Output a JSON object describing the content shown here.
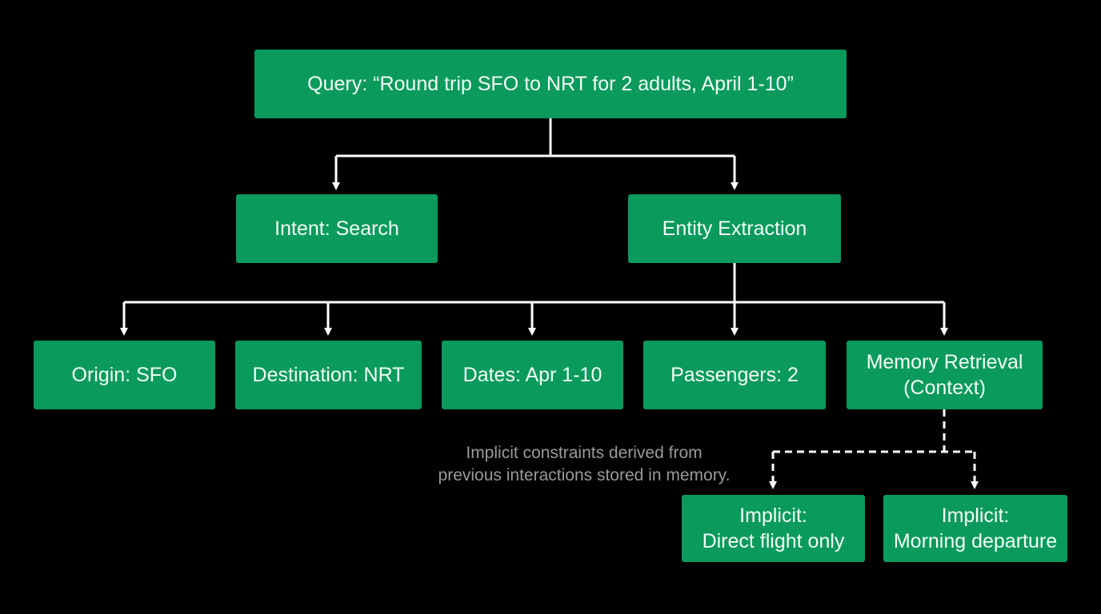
{
  "nodes": {
    "query": "Query: “Round trip SFO to NRT for 2 adults, April 1-10”",
    "intent": "Intent: Search",
    "entity_extraction": "Entity Extraction",
    "origin": "Origin: SFO",
    "destination": "Destination: NRT",
    "dates": "Dates: Apr 1-10",
    "passengers": "Passengers: 2",
    "memory_line1": "Memory Retrieval",
    "memory_line2": "(Context)",
    "implicit_direct_line1": "Implicit:",
    "implicit_direct_line2": "Direct flight only",
    "implicit_morning_line1": "Implicit:",
    "implicit_morning_line2": "Morning departure"
  },
  "annotation": {
    "line1": "Implicit constraints derived from",
    "line2": "previous interactions stored in memory."
  },
  "colors": {
    "background": "#000000",
    "node_fill": "#0a9a5c",
    "node_text": "#f2fff8",
    "connector": "#ffffff",
    "annotation_text": "#9a9a9a"
  }
}
